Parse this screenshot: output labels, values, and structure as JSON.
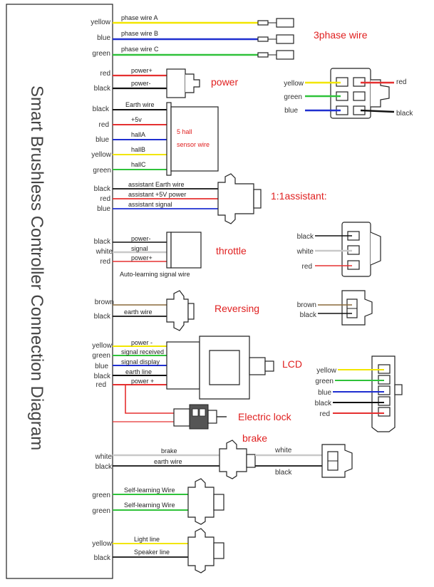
{
  "title": "Smart Brushless Controller Connection Diagram",
  "colors": {
    "yellow": "#f2e600",
    "blue": "#1f2fd0",
    "green": "#2fc23a",
    "red": "#e53030",
    "black": "#111111",
    "white": "#c9c9c9",
    "brown": "#8a6a3a",
    "label_red": "#e02020"
  },
  "phase": {
    "side": [
      "yellow",
      "blue",
      "green"
    ],
    "wires": [
      "phase wire A",
      "phase wire B",
      "phase wire C"
    ],
    "title": "3phase wire",
    "conn": [
      "yellow",
      "green",
      "blue",
      "red",
      "black"
    ]
  },
  "power": {
    "side": [
      "red",
      "black"
    ],
    "wires": [
      "power+",
      "power-"
    ],
    "title": "power"
  },
  "hall": {
    "side": [
      "black",
      "red",
      "blue",
      "yellow",
      "green"
    ],
    "wires": [
      "Earth wire",
      "+5v",
      "hallA",
      "hallB",
      "hallC"
    ],
    "title_line1": "5 hall",
    "title_line2": "sensor wire"
  },
  "assist": {
    "side": [
      "black",
      "red",
      "blue"
    ],
    "wires": [
      "assistant Earth wire",
      "assistant +5V power",
      "assistant signal"
    ],
    "title": "1:1assistant:"
  },
  "throttle": {
    "side": [
      "black",
      "white",
      "red"
    ],
    "wires": [
      "power-",
      "signal",
      "power+"
    ],
    "note": "Auto-learning signal wire",
    "title": "throttle",
    "conn": [
      "black",
      "white",
      "red"
    ]
  },
  "reversing": {
    "side": [
      "brown",
      "black"
    ],
    "wires": [
      "earth wire"
    ],
    "title": "Reversing",
    "conn": [
      "brown",
      "black"
    ]
  },
  "lcd": {
    "side": [
      "yellow",
      "green",
      "blue",
      "black",
      "red"
    ],
    "wires": [
      "power -",
      "signal received",
      "signal display",
      "earth line",
      "power +"
    ],
    "title": "LCD",
    "conn": [
      "yellow",
      "green",
      "blue",
      "black",
      "red"
    ]
  },
  "lock": {
    "title": "Electric lock"
  },
  "brake": {
    "side": [
      "white",
      "black"
    ],
    "wires": [
      "brake",
      "earth wire"
    ],
    "title": "brake",
    "right": [
      "white",
      "black"
    ]
  },
  "selflearn": {
    "side": [
      "green",
      "green"
    ],
    "wires": [
      "Self-learning Wire",
      "Self-learning Wire"
    ]
  },
  "light": {
    "side": [
      "yellow",
      "black"
    ],
    "wires": [
      "Light line",
      "Speaker line"
    ]
  }
}
